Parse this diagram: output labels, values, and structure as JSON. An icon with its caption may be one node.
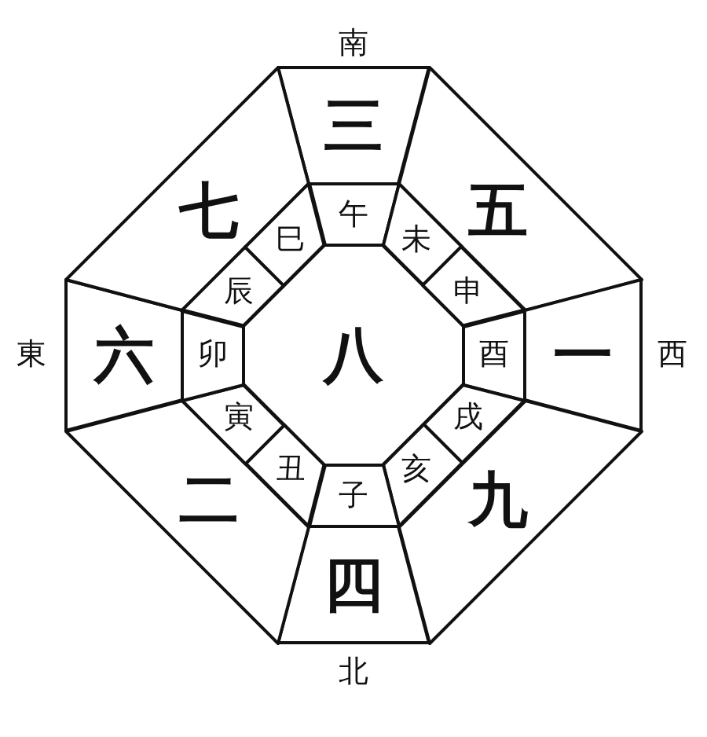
{
  "diagram": {
    "nodes": [
      {
        "text": [
          "三"
        ]
      },
      {
        "text": [
          "五"
        ]
      },
      {
        "text": [
          "一"
        ]
      },
      {
        "text": [
          "九"
        ]
      },
      {
        "text": [
          "四"
        ]
      },
      {
        "text": [
          "二"
        ]
      },
      {
        "text": [
          "六"
        ]
      },
      {
        "text": [
          "七"
        ]
      },
      {
        "text": [
          "八"
        ]
      },
      {
        "text": [
          "午"
        ]
      },
      {
        "text": [
          "未"
        ]
      },
      {
        "text": [
          "申"
        ]
      },
      {
        "text": [
          "酉"
        ]
      },
      {
        "text": [
          "戌"
        ]
      },
      {
        "text": [
          "亥"
        ]
      },
      {
        "text": [
          "子"
        ]
      },
      {
        "text": [
          "丑"
        ]
      },
      {
        "text": [
          "寅"
        ]
      },
      {
        "text": [
          "卯"
        ]
      },
      {
        "text": [
          "辰"
        ]
      },
      {
        "text": [
          "巳"
        ]
      }
    ],
    "labels": [
      "南",
      "東",
      "西",
      "北"
    ]
  }
}
